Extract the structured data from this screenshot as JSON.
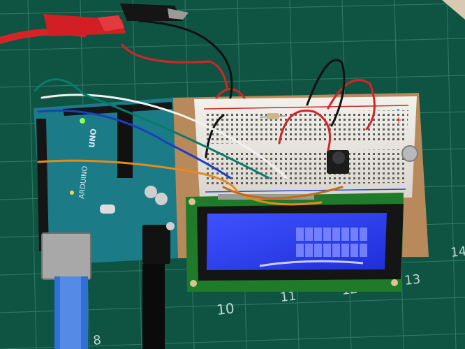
{
  "mat": {
    "numbers": [
      "10",
      "11",
      "12",
      "13",
      "14",
      "8"
    ],
    "color": "#0f5443"
  },
  "arduino": {
    "brand_text": "ARDUINO",
    "model_text": "UNO",
    "color": "#1b7b86"
  },
  "breadboard": {
    "rail_plus": "+",
    "rail_minus": "-",
    "color": "#e9e6df"
  },
  "lcd": {
    "backlight_color": "#2e3ff0",
    "rows": 2,
    "columns": 16,
    "lit_cells_row1": 8,
    "lit_cells_row2": 8
  },
  "wires": {
    "colors": [
      "#d42428",
      "#111111",
      "#f2f2f2",
      "#1a3fbf",
      "#e78a1c",
      "#0a7a6b"
    ]
  }
}
